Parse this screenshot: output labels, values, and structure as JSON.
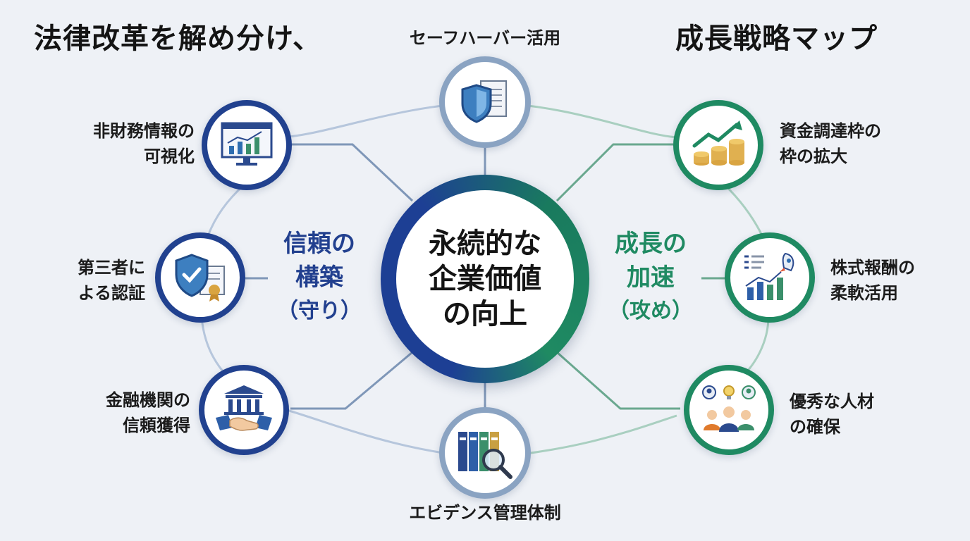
{
  "title": {
    "left": "法律改革を解め分け、",
    "right": "成長戦略マップ"
  },
  "center": {
    "lines": [
      "永続的な",
      "企業価値",
      "の向上"
    ]
  },
  "pillars": {
    "left": {
      "line1": "信頼の",
      "line2": "構築",
      "sub": "（守り）",
      "color": "#22408f"
    },
    "right": {
      "line1": "成長の",
      "line2": "加速",
      "sub": "（攻め）",
      "color": "#1f8a62"
    }
  },
  "nodes": {
    "top": {
      "label": "セーフハーバー活用",
      "icon": "shield-document-icon"
    },
    "bottom": {
      "label": "エビデンス管理体制",
      "icon": "binders-magnifier-icon"
    },
    "left1": {
      "line1": "非財務情報の",
      "line2": "可視化",
      "icon": "monitor-chart-icon"
    },
    "left2": {
      "line1": "第三者に",
      "line2": "よる認証",
      "icon": "shield-certificate-icon"
    },
    "left3": {
      "line1": "金融機関の",
      "line2": "信頼獲得",
      "icon": "bank-handshake-icon"
    },
    "right1": {
      "line1": "資金調達枠の",
      "line2": "枠の拡大",
      "icon": "coins-growth-icon"
    },
    "right2": {
      "line1": "株式報酬の",
      "line2": "柔軟活用",
      "icon": "rocket-chart-icon"
    },
    "right3": {
      "line1": "優秀な人材",
      "line2": "の確保",
      "icon": "people-idea-icon"
    }
  },
  "colors": {
    "blue": "#21418f",
    "green": "#1f8a62",
    "light": "#8aa3c2",
    "background": "#eef1f6"
  }
}
